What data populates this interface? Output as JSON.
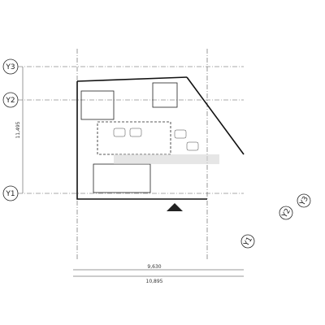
{
  "axes": {
    "y1": "Y1",
    "y2": "Y2",
    "y3": "Y3",
    "y1_right": "Y1",
    "y2_right": "Y2",
    "y3_right": "Y3"
  },
  "dimensions": {
    "left_total": "11,495",
    "bottom_total": "10,895",
    "bottom_middle": "9,630"
  }
}
